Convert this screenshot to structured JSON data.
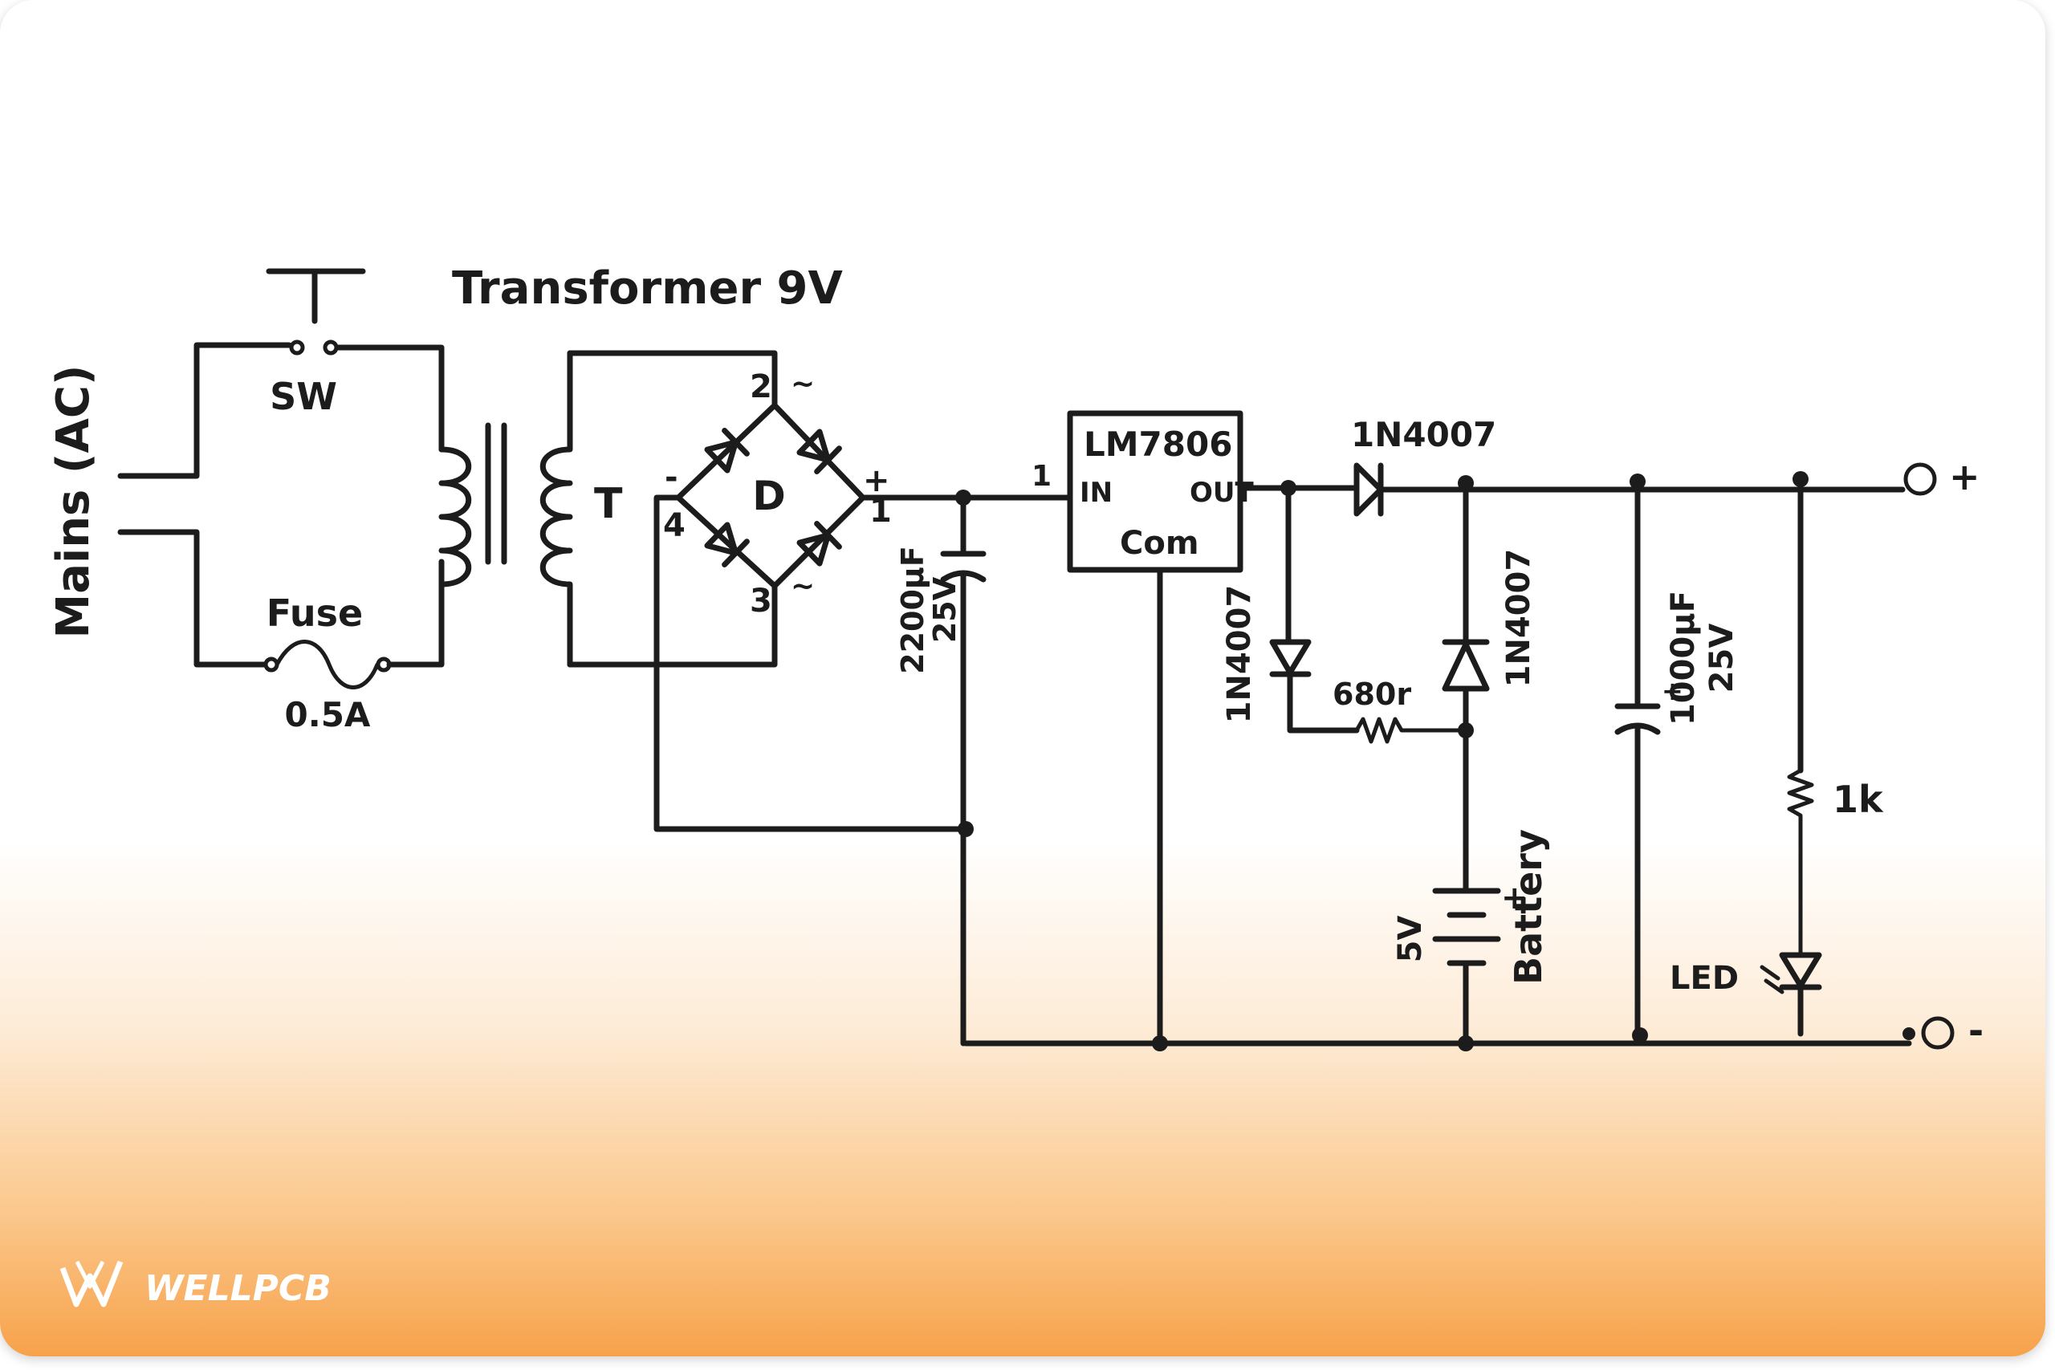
{
  "diagram": {
    "mains_label": "Mains (AC)",
    "switch_label": "SW",
    "fuse_label": "Fuse",
    "fuse_rating": "0.5A",
    "transformer_title": "Transformer 9V",
    "transformer_label": "T",
    "bridge_label": "D",
    "bridge_pins": {
      "p1": "1",
      "p2": "2",
      "p3": "3",
      "p4": "4"
    },
    "bridge_signs": {
      "plus": "+",
      "minus": "-",
      "ac_top": "~",
      "ac_bottom": "~"
    },
    "input_cap_value": "2200µF",
    "input_cap_voltage": "25V",
    "regulator_name": "LM7806",
    "regulator_pin_in": "IN",
    "regulator_pin_out": "OUT",
    "regulator_pin_com": "Com",
    "regulator_pin_number": "1",
    "diode_series": "1N4007",
    "diode_left": "1N4007",
    "diode_right": "1N4007",
    "charge_resistor": "680r",
    "battery_voltage": "5V",
    "battery_label": "Battery",
    "battery_plus": "+",
    "output_cap_value": "1000µF",
    "output_cap_voltage": "25V",
    "led_resistor": "1k",
    "led_label": "LED",
    "output_plus": "+",
    "output_minus": "-"
  },
  "branding": {
    "logo_text": "WELLPCB",
    "logo_icon": "wellpcb-w-logo-icon"
  },
  "colors": {
    "ink": "#1c1c1c",
    "gradient_bottom": "#f7a24a",
    "logo": "#ffffff"
  }
}
